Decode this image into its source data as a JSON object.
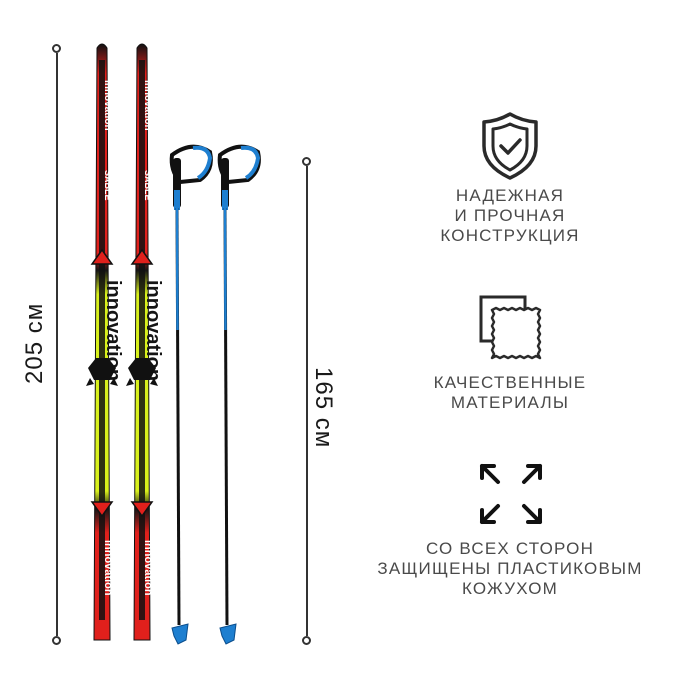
{
  "dimensions": {
    "ski_length": "205 см",
    "pole_length": "165 см"
  },
  "features": [
    {
      "icon": "shield-check-icon",
      "lines": [
        "НАДЕЖНАЯ",
        "И ПРОЧНАЯ",
        "КОНСТРУКЦИЯ"
      ]
    },
    {
      "icon": "fabric-layers-icon",
      "lines": [
        "КАЧЕСТВЕННЫЕ",
        "МАТЕРИАЛЫ"
      ]
    },
    {
      "icon": "expand-arrows-icon",
      "lines": [
        "СО ВСЕХ СТОРОН",
        "ЗАЩИЩЕНЫ ПЛАСТИКОВЫМ",
        "КОЖУХОМ"
      ]
    }
  ],
  "ski_branding": {
    "brand": "SABLE",
    "model": "innovation"
  },
  "colors": {
    "ski_red": "#e0201c",
    "ski_black": "#151515",
    "ski_yellow": "#d8f01c",
    "pole_blue": "#1e7fd0",
    "pole_black": "#111111"
  }
}
